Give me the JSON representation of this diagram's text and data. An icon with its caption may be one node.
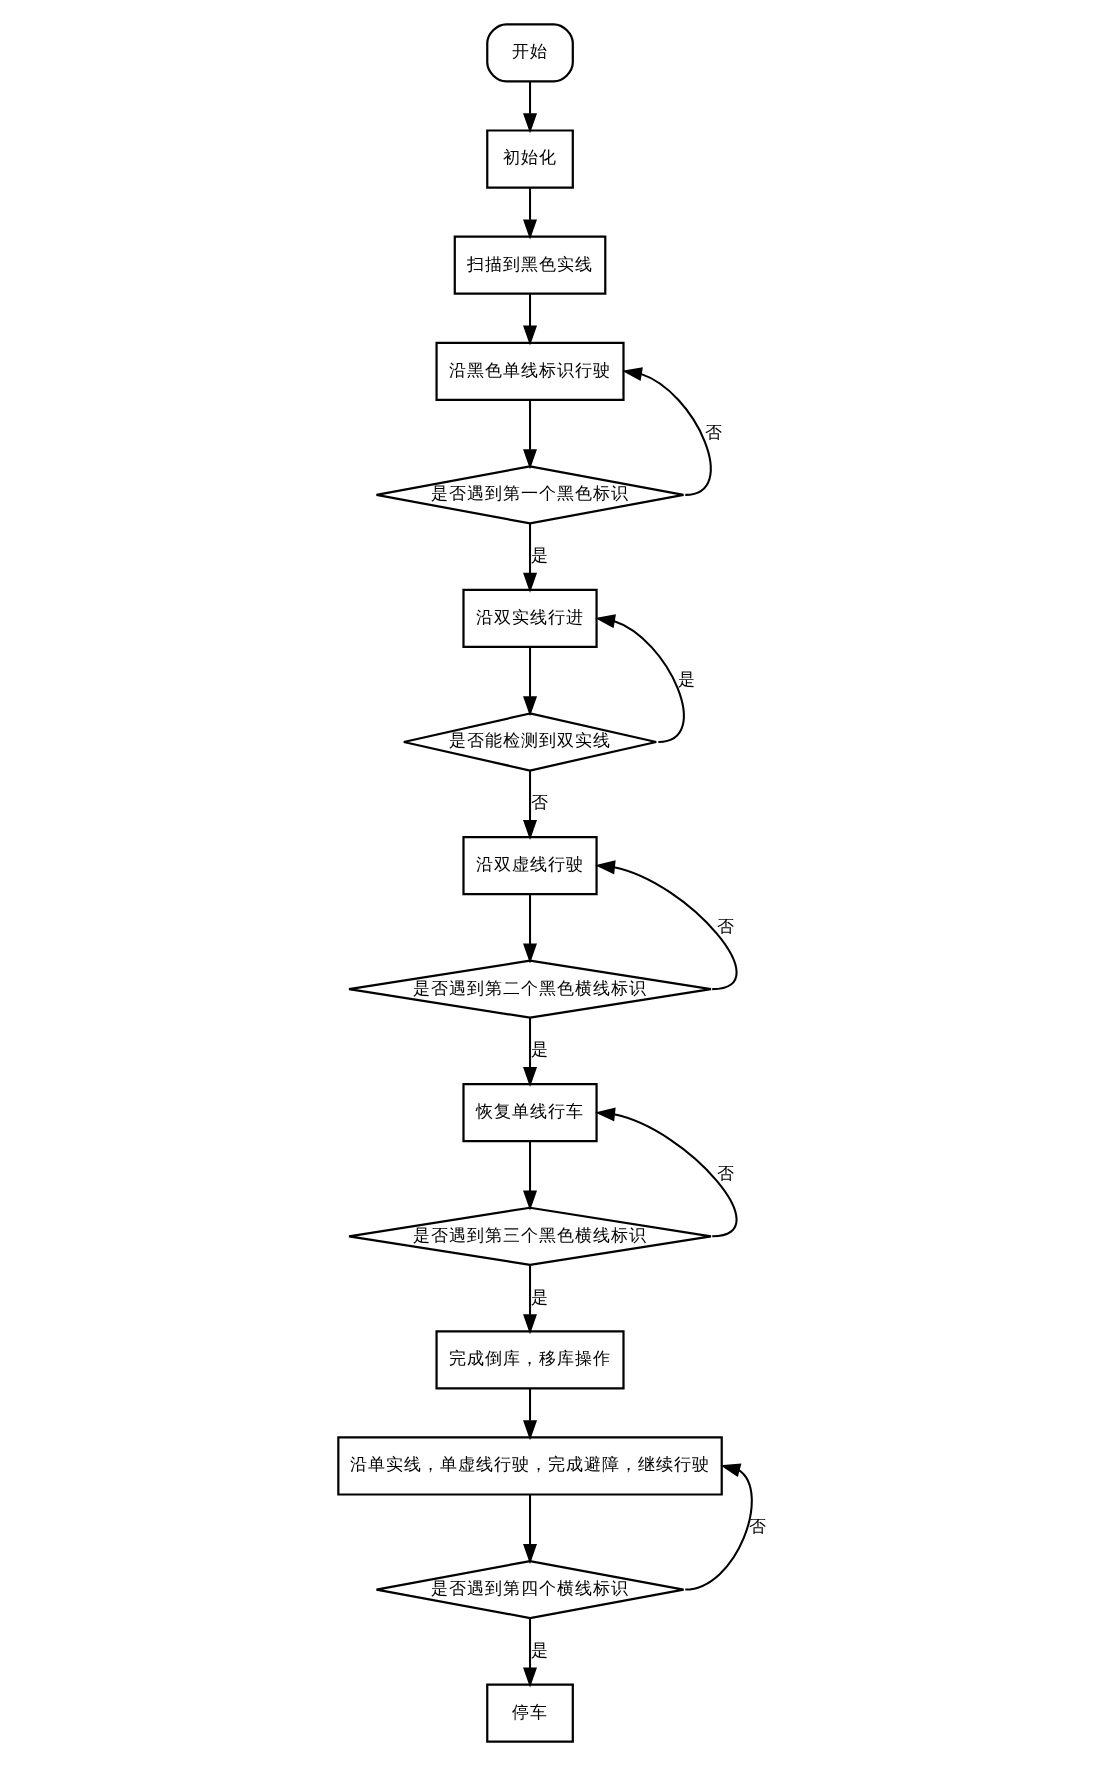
{
  "diagram": {
    "nodes": [
      {
        "text": [
          "开始"
        ]
      },
      {
        "text": [
          "初始化"
        ]
      },
      {
        "text": [
          "扫描到黑色实线"
        ]
      },
      {
        "text": [
          "沿黑色单线标识行驶"
        ]
      },
      {
        "text": [
          "是否遇到第一个黑色标识"
        ]
      },
      {
        "text": [
          "沿双实线行进"
        ]
      },
      {
        "text": [
          "是否能检测到双实线"
        ]
      },
      {
        "text": [
          "沿双虚线行驶"
        ]
      },
      {
        "text": [
          "是否遇到第二个黑色横线标识"
        ]
      },
      {
        "text": [
          "恢复单线行车"
        ]
      },
      {
        "text": [
          "是否遇到第三个黑色横线标识"
        ]
      },
      {
        "text": [
          "完成倒库，移库操作"
        ]
      },
      {
        "text": [
          "沿单实线，单虚线行驶，完成避障，继续行驶"
        ]
      },
      {
        "text": [
          "是否遇到第四个横线标识"
        ]
      },
      {
        "text": [
          "停车"
        ]
      }
    ],
    "edges": [
      {
        "from": 0,
        "to": 1,
        "arrow": "to"
      },
      {
        "from": 1,
        "to": 2,
        "arrow": "to"
      },
      {
        "from": 2,
        "to": 3,
        "arrow": "to"
      },
      {
        "from": 3,
        "to": 4,
        "arrow": "to"
      },
      {
        "from": 4,
        "to": 3,
        "arrow": "to",
        "label": "否"
      },
      {
        "from": 4,
        "to": 5,
        "arrow": "to",
        "label": "是"
      },
      {
        "from": 5,
        "to": 6,
        "arrow": "to"
      },
      {
        "from": 6,
        "to": 5,
        "arrow": "to",
        "label": "是"
      },
      {
        "from": 6,
        "to": 7,
        "arrow": "to",
        "label": "否"
      },
      {
        "from": 7,
        "to": 8,
        "arrow": "to"
      },
      {
        "from": 8,
        "to": 7,
        "arrow": "to",
        "label": "否"
      },
      {
        "from": 8,
        "to": 9,
        "arrow": "to",
        "label": "是"
      },
      {
        "from": 9,
        "to": 10,
        "arrow": "to"
      },
      {
        "from": 10,
        "to": 9,
        "arrow": "to",
        "label": "否"
      },
      {
        "from": 10,
        "to": 11,
        "arrow": "to",
        "label": "是"
      },
      {
        "from": 11,
        "to": 12,
        "arrow": "to"
      },
      {
        "from": 12,
        "to": 13,
        "arrow": "to"
      },
      {
        "from": 13,
        "to": 12,
        "arrow": "to",
        "label": "否"
      },
      {
        "from": 13,
        "to": 14,
        "arrow": "to",
        "label": "是"
      }
    ]
  }
}
